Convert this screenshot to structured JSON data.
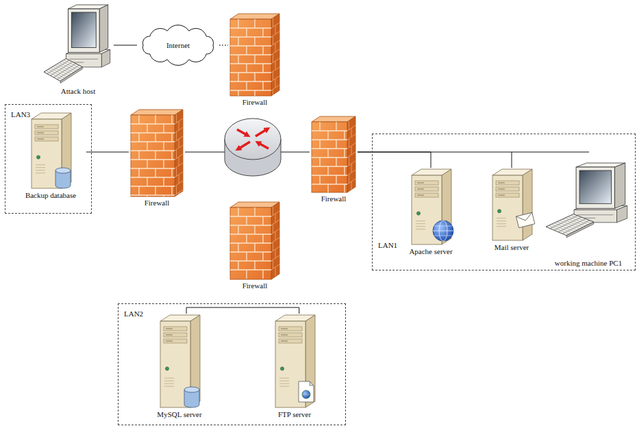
{
  "diagram": {
    "nodes": [
      {
        "text": [
          "Attack host"
        ]
      },
      {
        "text": [
          "Internet"
        ]
      },
      {
        "text": [
          "Firewall"
        ]
      },
      {
        "text": [
          "LAN3"
        ]
      },
      {
        "text": [
          "Backup database"
        ],
        "in": 3
      },
      {
        "text": [
          "Firewall"
        ]
      },
      {
        "text": [
          "Firewall"
        ]
      },
      {
        "text": [
          "LAN1"
        ]
      },
      {
        "text": [
          "Apache server"
        ],
        "in": 7
      },
      {
        "text": [
          "Mail server"
        ],
        "in": 7
      },
      {
        "text": [
          "working machine PC1"
        ],
        "in": 7
      },
      {
        "text": [
          "Firewall"
        ]
      },
      {
        "text": [
          "LAN2"
        ]
      },
      {
        "text": [
          "MySQL server"
        ],
        "in": 12
      },
      {
        "text": [
          "FTP server"
        ],
        "in": 12
      }
    ],
    "edges": [
      {
        "from": 0,
        "to": 1,
        "arrow": "none"
      },
      {
        "from": 1,
        "to": 2,
        "arrow": "none"
      },
      {
        "from": 4,
        "to": 5,
        "arrow": "none"
      },
      {
        "from": 6,
        "to": 8,
        "arrow": "none"
      },
      {
        "from": 6,
        "to": 9,
        "arrow": "none"
      },
      {
        "from": 13,
        "to": 14,
        "arrow": "none"
      }
    ]
  }
}
